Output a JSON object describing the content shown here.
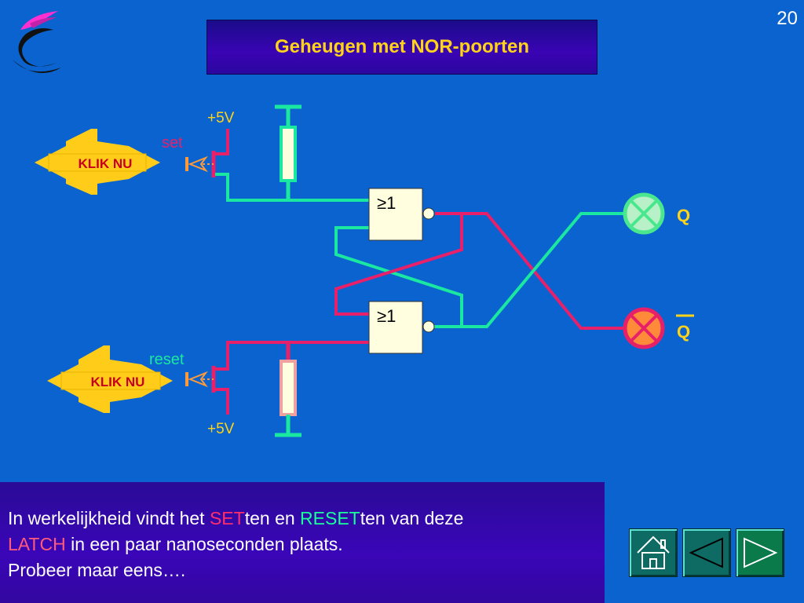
{
  "slide_number": "20",
  "title": "Geheugen met NOR-poorten",
  "diagram": {
    "supply_top": "+5V",
    "supply_bottom": "+5V",
    "set_label": "set",
    "reset_label": "reset",
    "button_set_label": "KLIK NU",
    "button_reset_label": "KLIK NU",
    "gate_top_label": "≥1",
    "gate_bottom_label": "≥1",
    "output_q": "Q",
    "output_q_bar": "Q",
    "lamp_q_color": "#4ae88e",
    "lamp_q_bar_color": "#ff8a3a",
    "wire_set_color": "#1ae8a0",
    "wire_reset_color": "#e8206a",
    "button_color": "#ffcc1a"
  },
  "info": {
    "part1": "In werkelijkheid vindt het ",
    "set": "SET",
    "part2": "ten en ",
    "reset": "RESET",
    "part3": "ten van deze",
    "latch": "LATCH",
    "part4": " in een paar nanoseconden plaats.",
    "line3": "Probeer maar eens…."
  },
  "nav": {
    "home_icon": "home-icon",
    "prev_icon": "triangle-left-icon",
    "next_icon": "triangle-right-icon"
  }
}
